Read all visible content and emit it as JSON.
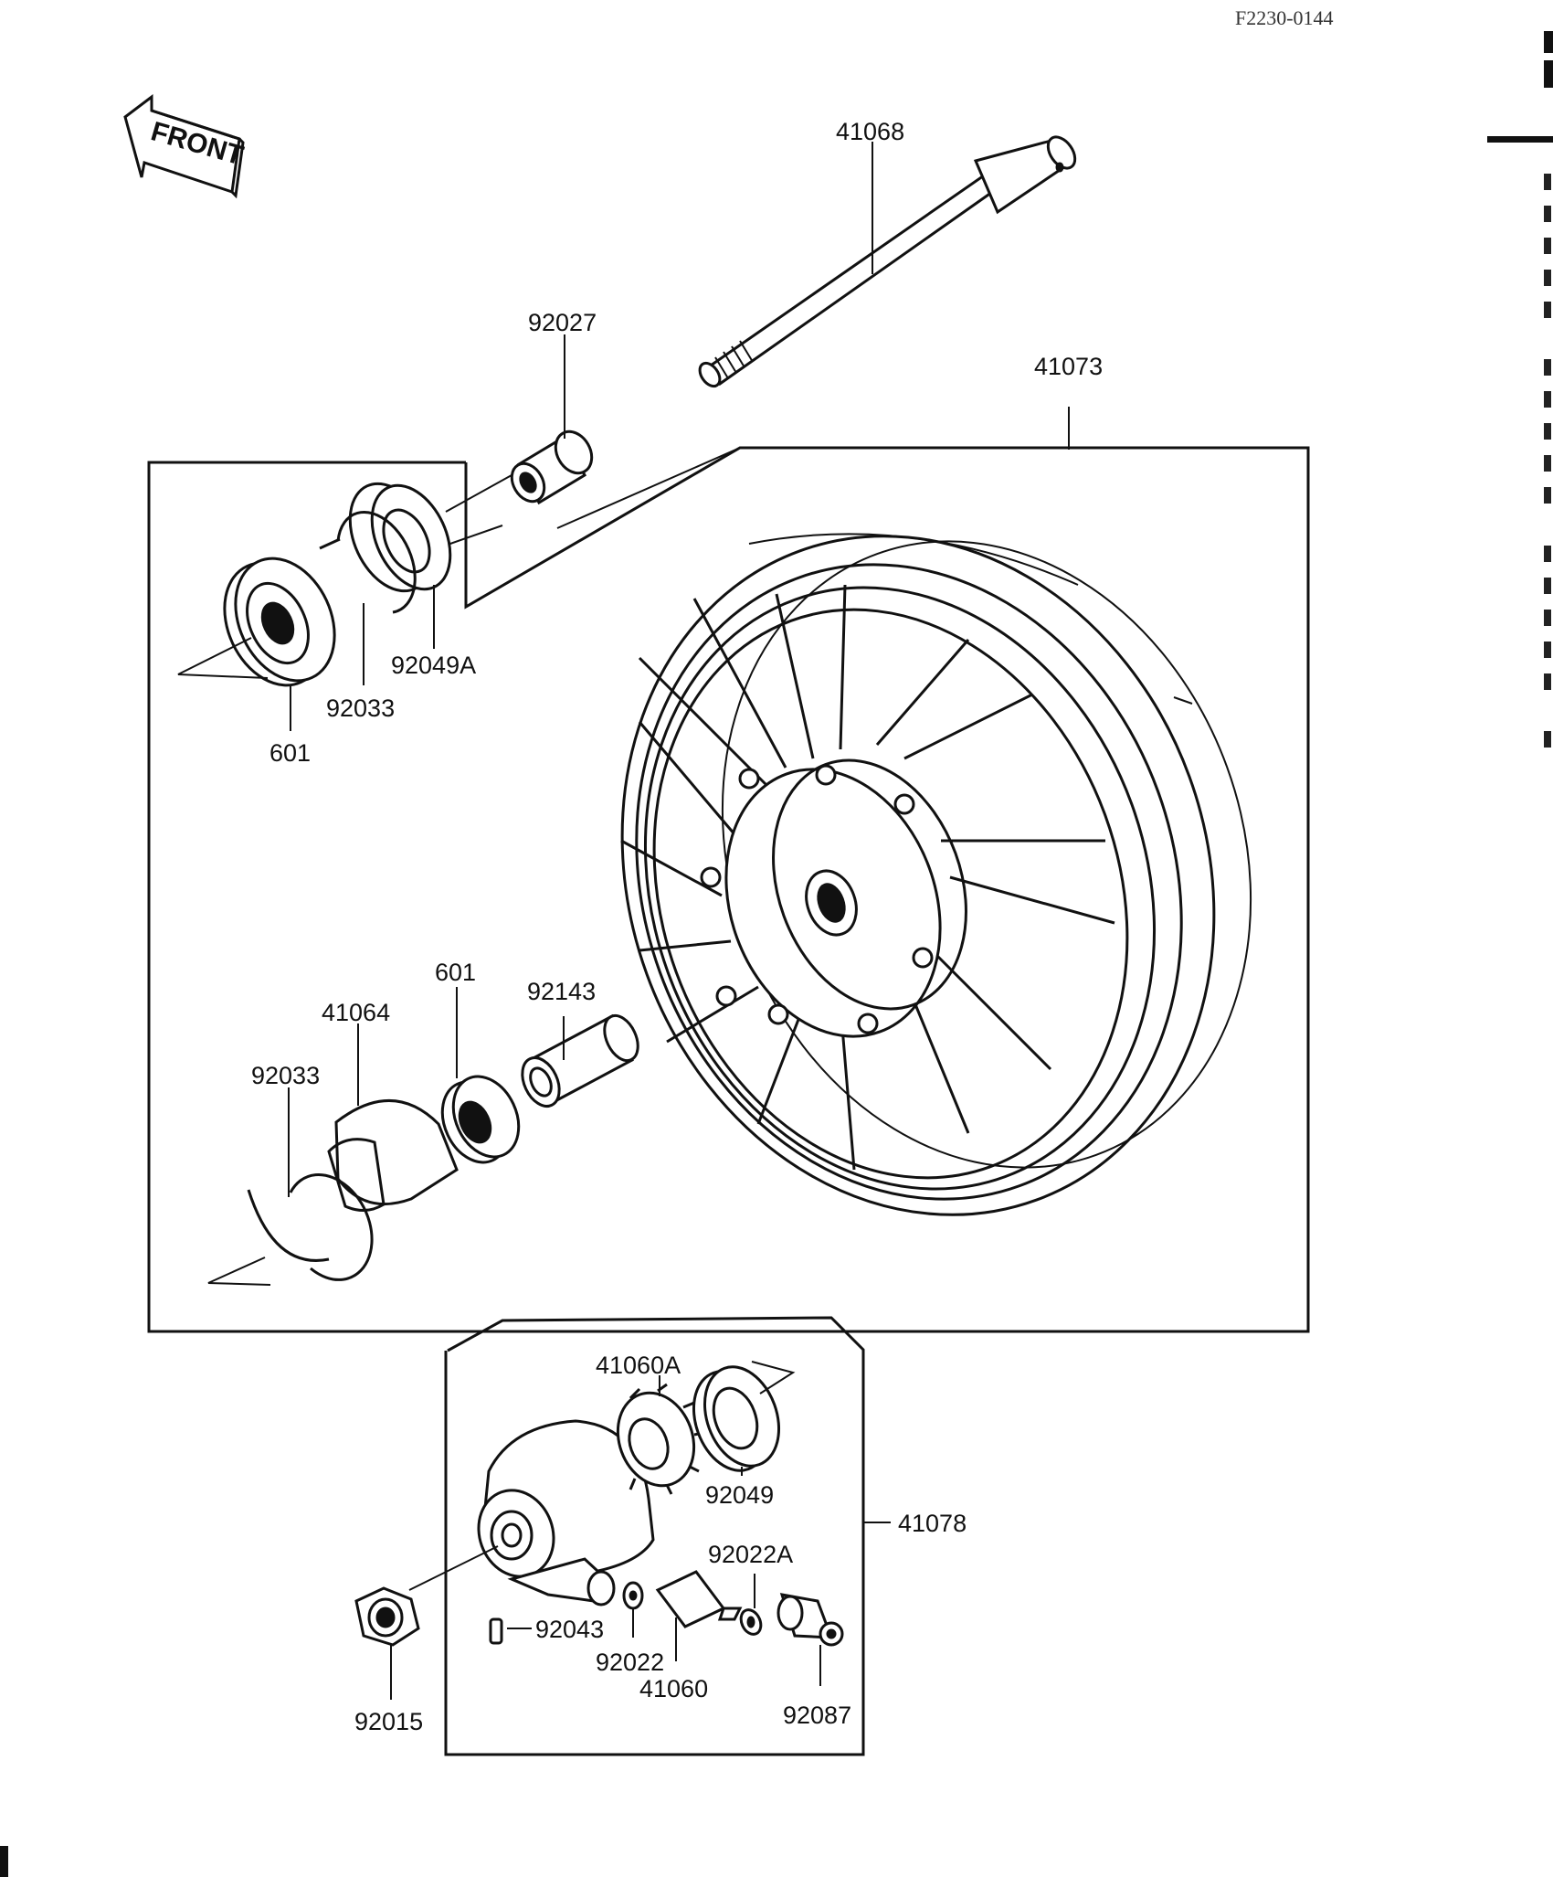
{
  "figure_code": "F2230-0144",
  "front_arrow_label": "FRONT",
  "callouts": {
    "p41068": "41068",
    "p92027": "92027",
    "p41073": "41073",
    "p92049A": "92049A",
    "p92033_top": "92033",
    "p601_top": "601",
    "p601_mid": "601",
    "p92143": "92143",
    "p41064": "41064",
    "p92033_mid": "92033",
    "p41060A": "41060A",
    "p92049": "92049",
    "p41078": "41078",
    "p92022A": "92022A",
    "p92043": "92043",
    "p92022": "92022",
    "p41060": "41060",
    "p92087": "92087",
    "p92015": "92015"
  }
}
